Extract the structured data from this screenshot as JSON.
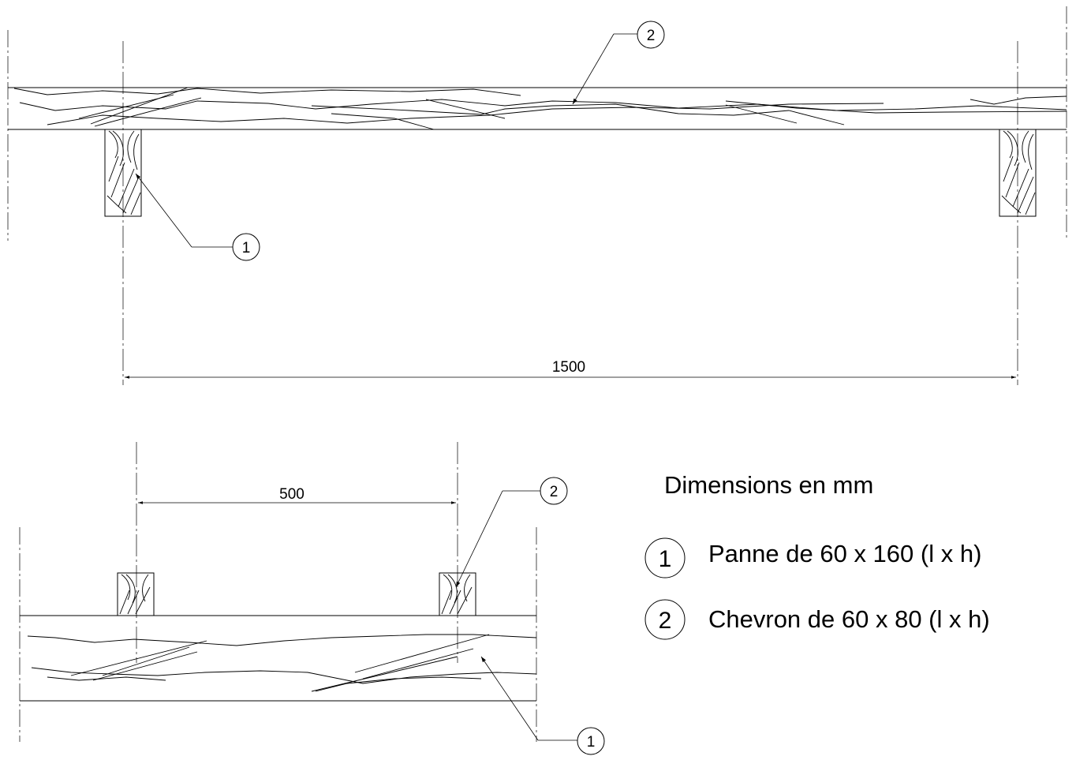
{
  "dimensions": {
    "span_top": "1500",
    "spacing_bottom": "500"
  },
  "callouts": {
    "one": "1",
    "two": "2"
  },
  "legend": {
    "title": "Dimensions en mm",
    "items": [
      {
        "number": "1",
        "text": "Panne de 60 x 160 (l x h)"
      },
      {
        "number": "2",
        "text": "Chevron de 60 x 80 (l x h)"
      }
    ]
  }
}
